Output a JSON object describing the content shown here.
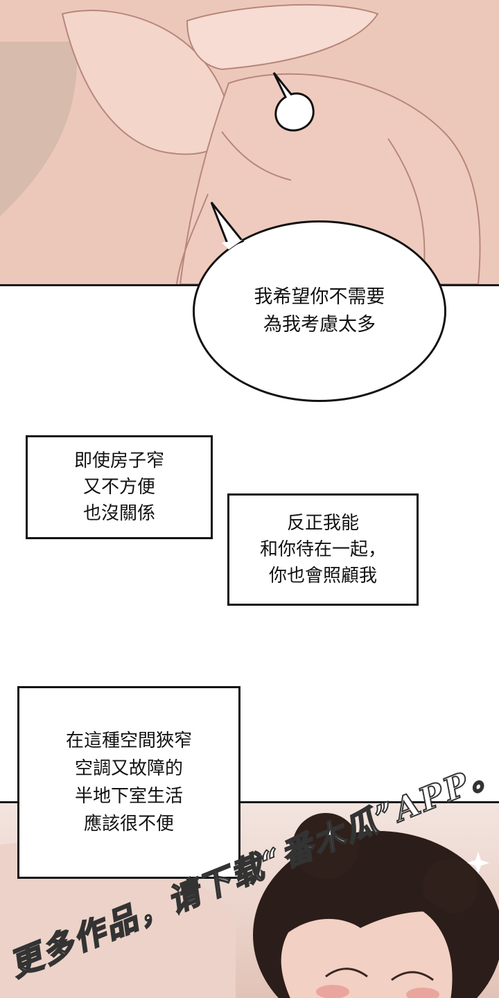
{
  "speech_bubble": {
    "lines": [
      "我希望你不需要",
      "為我考慮太多"
    ]
  },
  "caption_1": {
    "lines": [
      "即使房子窄",
      "又不方便",
      "也沒關係"
    ]
  },
  "caption_2": {
    "lines": [
      "反正我能",
      "和你待在一起，",
      "你也會照顧我"
    ]
  },
  "caption_3": {
    "lines": [
      "在這種空間狹窄",
      "空調又故障的",
      "半地下室生活",
      "應該很不便"
    ]
  },
  "watermark": {
    "text": "更多作品，请下载“番木瓜”APP。"
  },
  "colors": {
    "skin": "#e9c1b4",
    "ink": "#111111",
    "panel_border": "#1a1a1a"
  }
}
